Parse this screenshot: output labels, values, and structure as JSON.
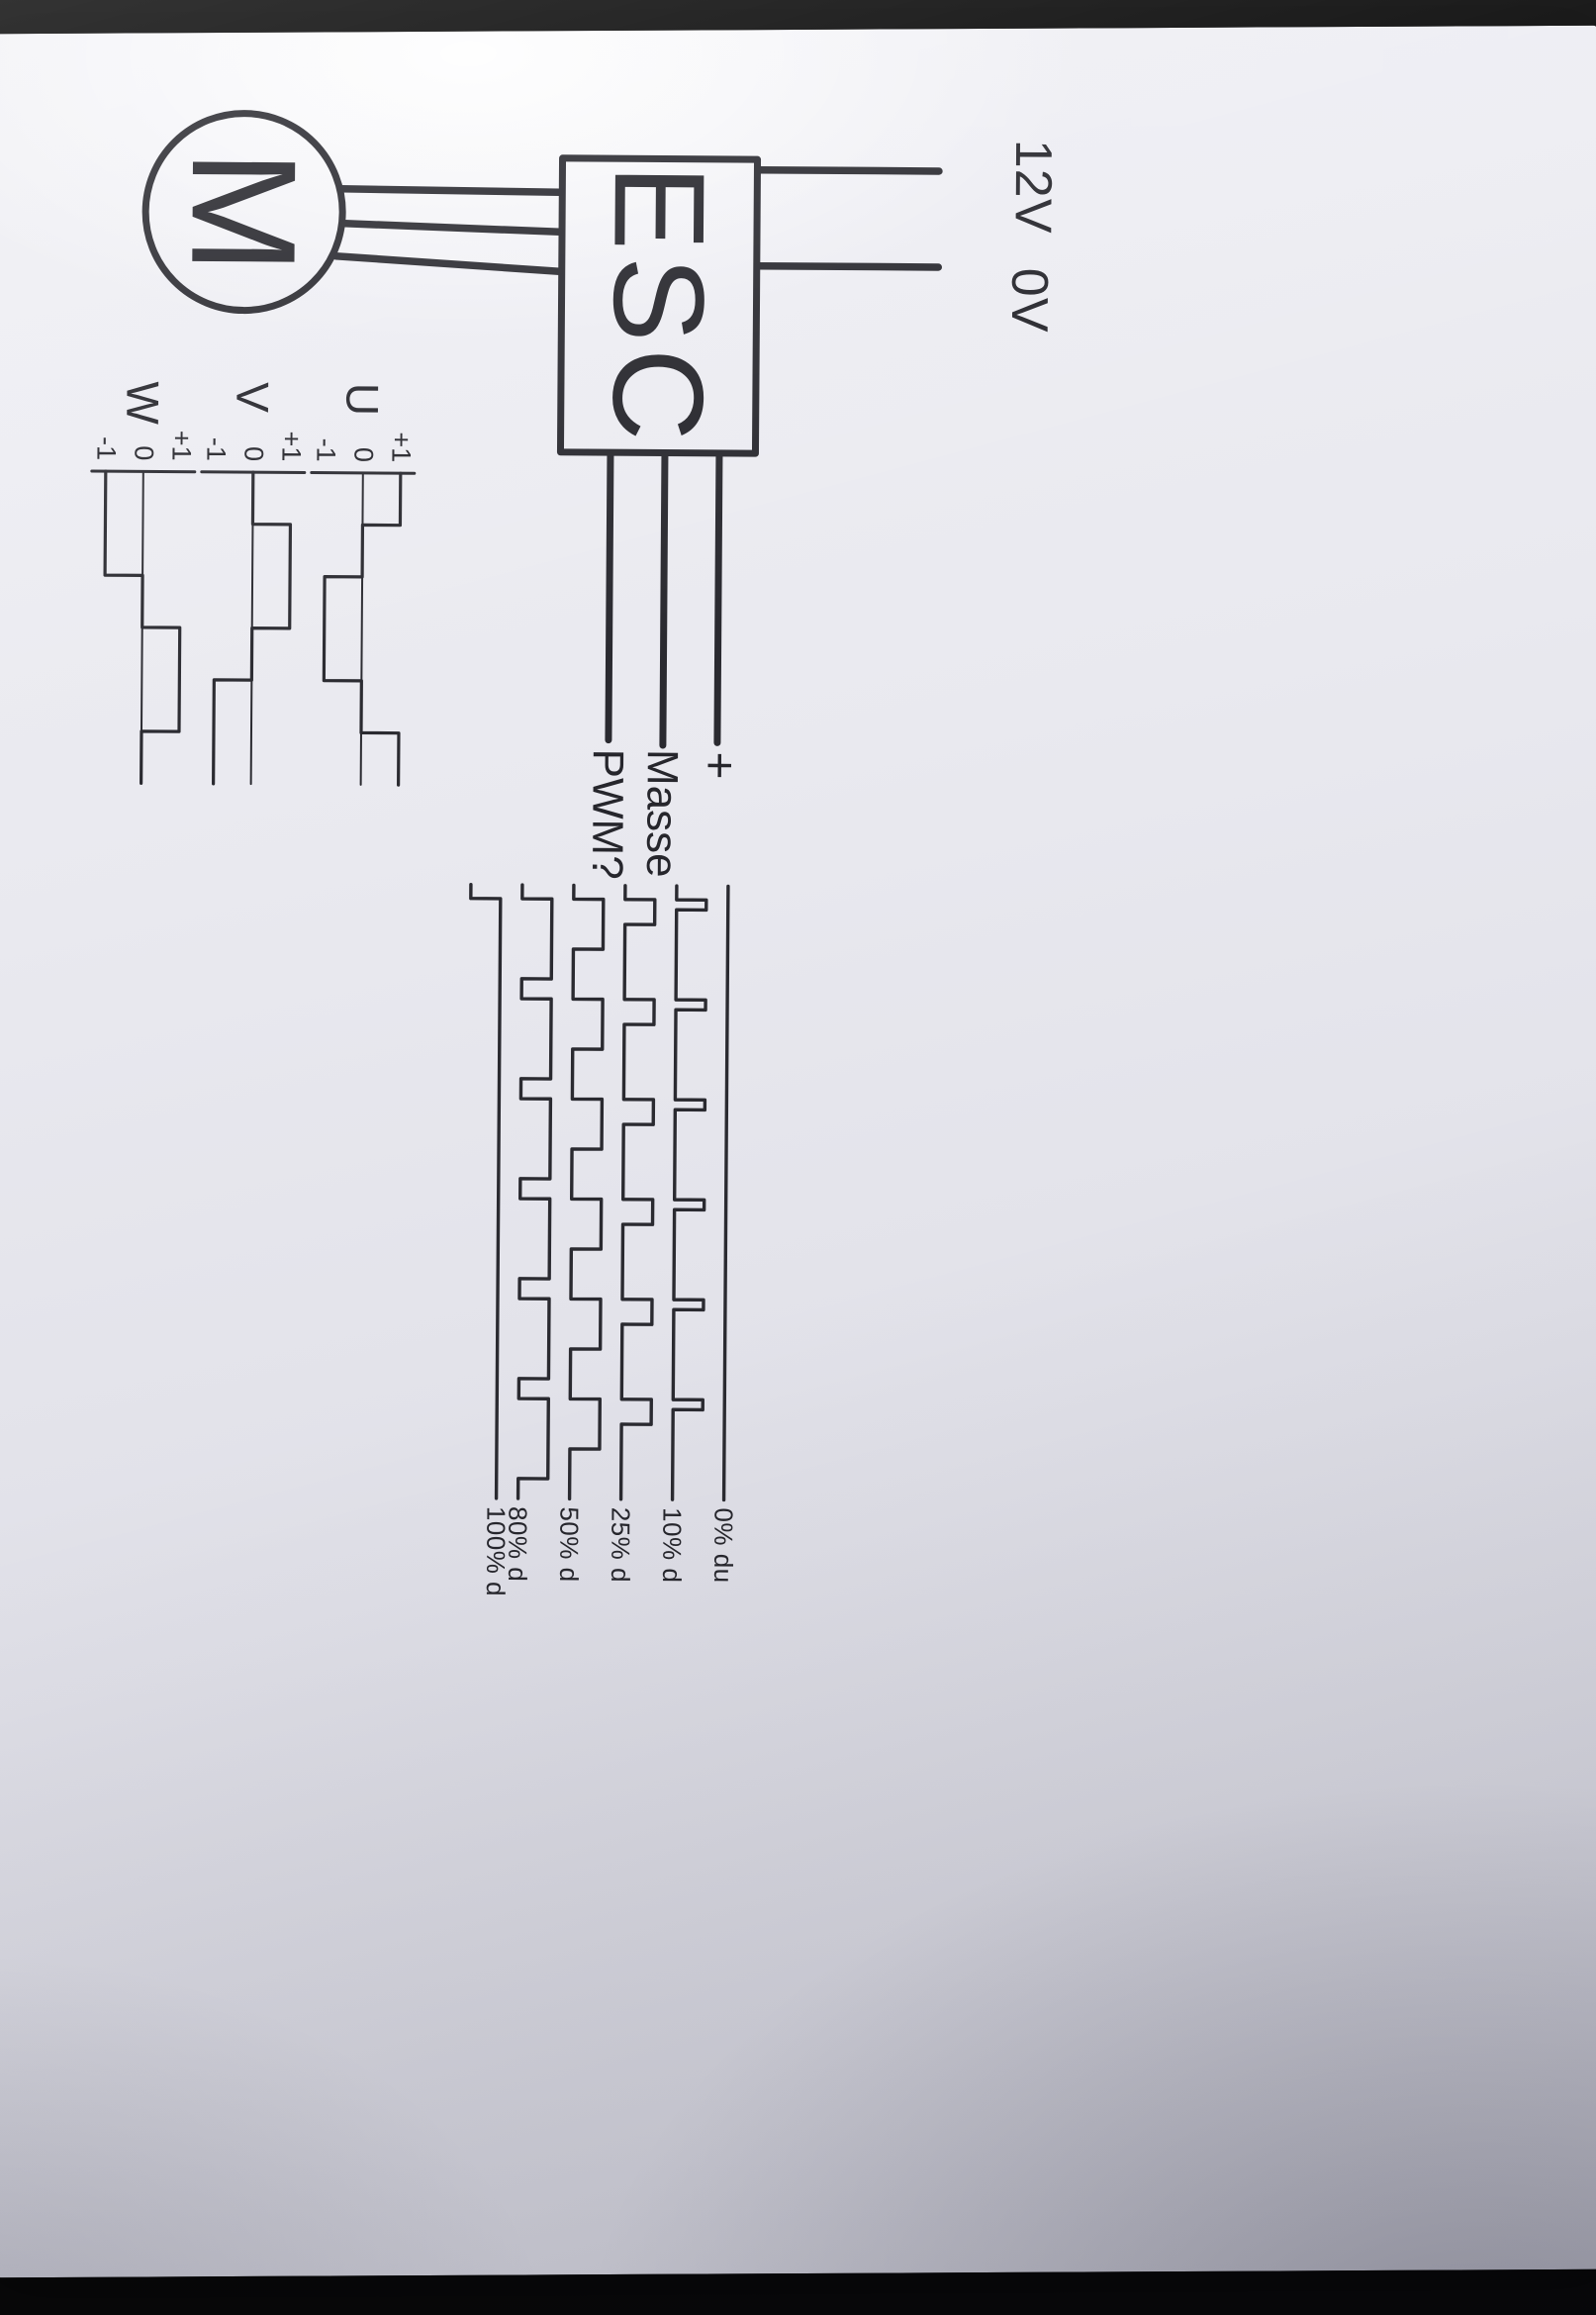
{
  "photo": {
    "backdrop": "#070707",
    "paper": "#e9e9ef",
    "ink": "#2a2a30"
  },
  "power": {
    "v12_label": "12V",
    "v0_label": "0V"
  },
  "esc": {
    "label": "ESC"
  },
  "motor": {
    "label": "M"
  },
  "wires": {
    "plus_label": "+",
    "ground_label": "Masse",
    "signal_label": "PWM?"
  },
  "chart_data": [
    {
      "type": "line",
      "periods_shown": 6,
      "traces": [
        {
          "label": "0% du",
          "duty_percent": 0
        },
        {
          "label": "10% d",
          "duty_percent": 10
        },
        {
          "label": "25% d",
          "duty_percent": 25
        },
        {
          "label": "50% d",
          "duty_percent": 50
        },
        {
          "label": "80% d",
          "duty_percent": 80
        },
        {
          "label": "100% d",
          "duty_percent": 100
        }
      ]
    },
    {
      "type": "line",
      "levels": [
        "+1",
        "0",
        "-1"
      ],
      "steps_per_cycle": 6,
      "phases": [
        {
          "label": "U",
          "steps": [
            1,
            0,
            -1,
            -1,
            0,
            1
          ]
        },
        {
          "label": "V",
          "steps": [
            0,
            1,
            1,
            0,
            -1,
            -1
          ]
        },
        {
          "label": "W",
          "steps": [
            -1,
            -1,
            0,
            1,
            1,
            0
          ]
        }
      ]
    }
  ]
}
